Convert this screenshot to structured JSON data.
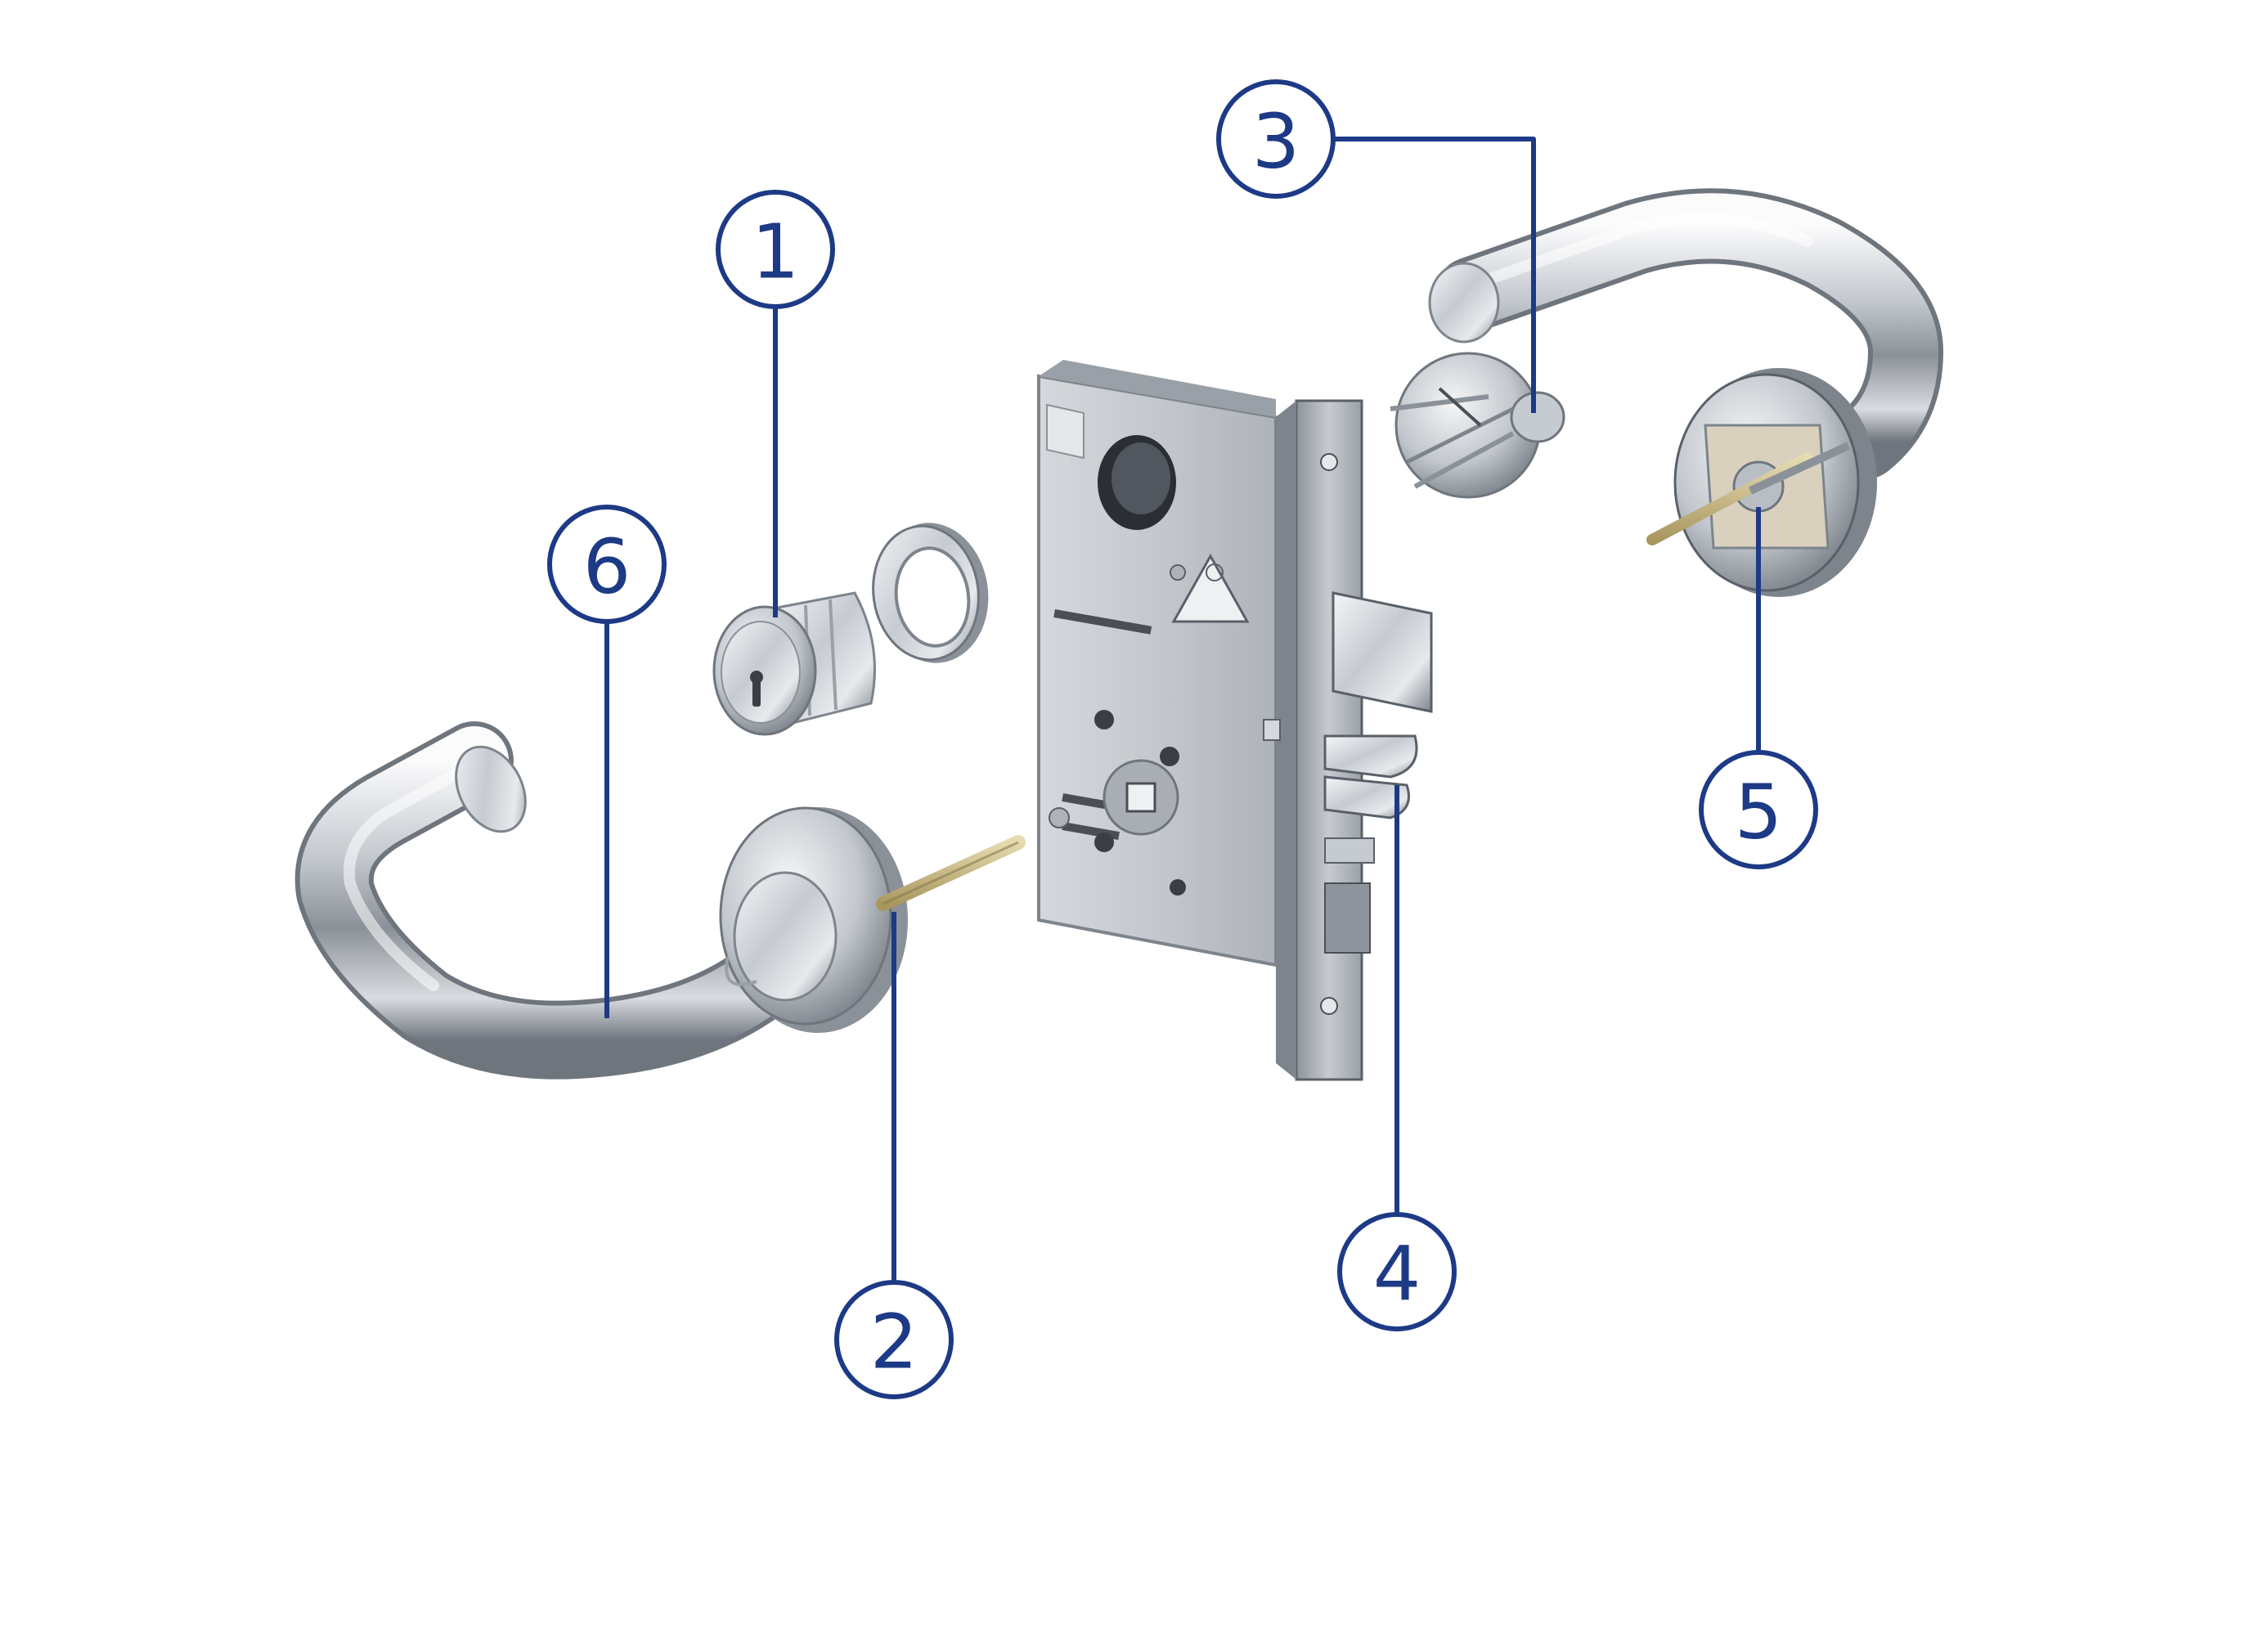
{
  "colors": {
    "callout": "#1d3a86",
    "metal_light": "#e9ebee",
    "metal_mid": "#b9bec5",
    "metal_dark": "#6f757d",
    "brass": "#c9b77e"
  },
  "parts": [
    {
      "id": "mortise-lock-body",
      "icon": "mortise-lock-body"
    },
    {
      "id": "key-cylinder",
      "icon": "key-cylinder"
    },
    {
      "id": "cylinder-ring",
      "icon": "cylinder-ring"
    },
    {
      "id": "outside-lever",
      "icon": "lever-handle"
    },
    {
      "id": "outside-rose",
      "icon": "rose"
    },
    {
      "id": "inside-lever",
      "icon": "lever-handle"
    },
    {
      "id": "inside-rose",
      "icon": "rose"
    },
    {
      "id": "mounting-plate",
      "icon": "mounting-plate"
    }
  ],
  "callouts": [
    {
      "label": "1",
      "target": "key-cylinder"
    },
    {
      "label": "2",
      "target": "outside-rose"
    },
    {
      "label": "3",
      "target": "mounting-plate"
    },
    {
      "label": "4",
      "target": "latch-bolt"
    },
    {
      "label": "5",
      "target": "inside-rose"
    },
    {
      "label": "6",
      "target": "outside-lever"
    }
  ]
}
